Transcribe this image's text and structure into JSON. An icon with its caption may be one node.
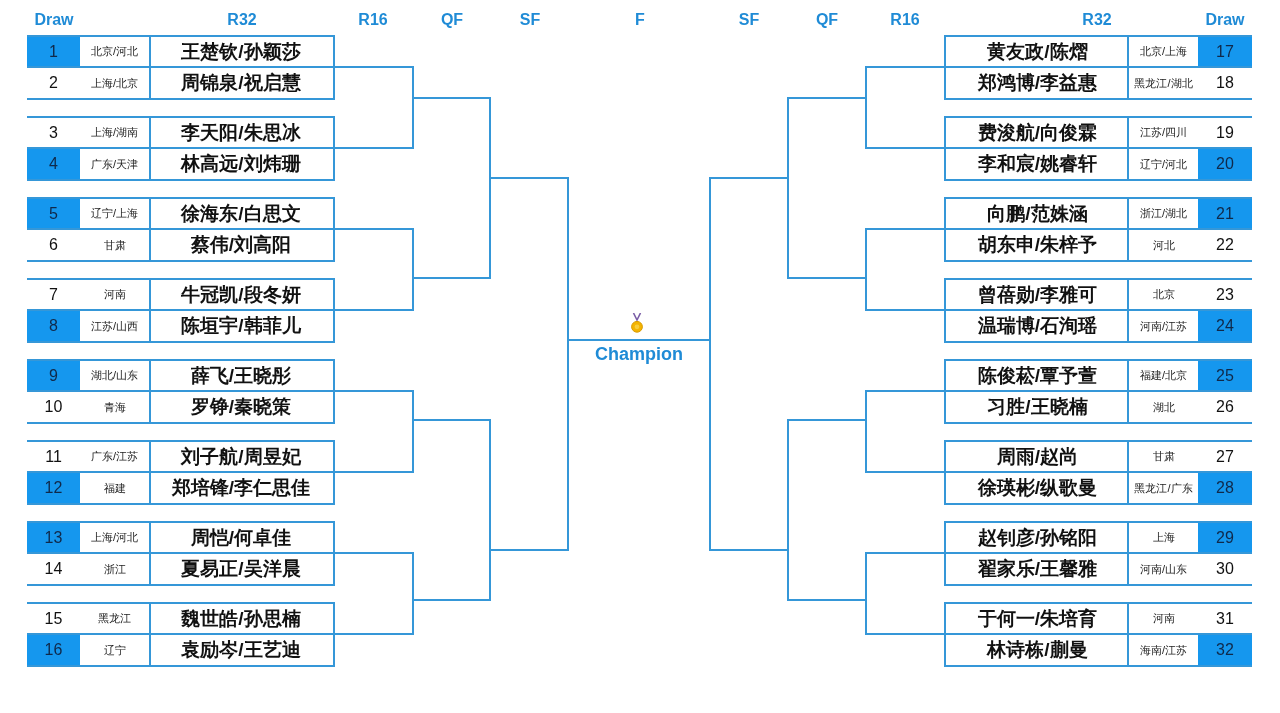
{
  "diagram": {
    "nodes": [
      {
        "text": [],
        "shape": "box"
      },
      {
        "text": [
          "1",
          "北京/河北",
          "王楚钦/孙颖莎"
        ],
        "in": 0
      },
      {
        "text": [
          "2",
          "上海/北京",
          "周锦泉/祝启慧"
        ],
        "in": 0
      },
      {
        "text": [],
        "shape": "box"
      },
      {
        "text": [
          "3",
          "上海/湖南",
          "李天阳/朱思冰"
        ],
        "in": 3
      },
      {
        "text": [
          "4",
          "广东/天津",
          "林高远/刘炜珊"
        ],
        "in": 3
      },
      {
        "text": [],
        "shape": "box"
      },
      {
        "text": [
          "5",
          "辽宁/上海",
          "徐海东/白思文"
        ],
        "in": 6
      },
      {
        "text": [
          "6",
          "甘肃",
          "蔡伟/刘高阳"
        ],
        "in": 6
      },
      {
        "text": [],
        "shape": "box"
      },
      {
        "text": [
          "7",
          "河南",
          "牛冠凯/段冬妍"
        ],
        "in": 9
      },
      {
        "text": [
          "8",
          "江苏/山西",
          "陈垣宇/韩菲儿"
        ],
        "in": 9
      },
      {
        "text": [],
        "shape": "box"
      },
      {
        "text": [
          "9",
          "湖北/山东",
          "薛飞/王晓彤"
        ],
        "in": 12
      },
      {
        "text": [
          "10",
          "青海",
          "罗铮/秦晓策"
        ],
        "in": 12
      },
      {
        "text": [],
        "shape": "box"
      },
      {
        "text": [
          "11",
          "广东/江苏",
          "刘子航/周昱妃"
        ],
        "in": 15
      },
      {
        "text": [
          "12",
          "福建",
          "郑培锋/李仁思佳"
        ],
        "in": 15
      },
      {
        "text": [],
        "shape": "box"
      },
      {
        "text": [
          "13",
          "上海/河北",
          "周恺/何卓佳"
        ],
        "in": 18
      },
      {
        "text": [
          "14",
          "浙江",
          "夏易正/吴洋晨"
        ],
        "in": 18
      },
      {
        "text": [],
        "shape": "box"
      },
      {
        "text": [
          "15",
          "黑龙江",
          "魏世皓/孙思楠"
        ],
        "in": 21
      },
      {
        "text": [
          "16",
          "辽宁",
          "袁励岑/王艺迪"
        ],
        "in": 21
      },
      {
        "text": [
          "Champion"
        ]
      },
      {
        "text": [],
        "shape": "box"
      },
      {
        "text": [
          "黄友政/陈熠",
          "北京/上海",
          "17"
        ],
        "in": 25
      },
      {
        "text": [
          "郑鸿博/李益惠",
          "黑龙江/湖北",
          "18"
        ],
        "in": 25
      },
      {
        "text": [],
        "shape": "box"
      },
      {
        "text": [
          "费浚航/向俊霖",
          "江苏/四川",
          "19"
        ],
        "in": 28
      },
      {
        "text": [
          "李和宸/姚睿轩",
          "辽宁/河北",
          "20"
        ],
        "in": 28
      },
      {
        "text": [],
        "shape": "box"
      },
      {
        "text": [
          "向鹏/范姝涵",
          "浙江/湖北",
          "21"
        ],
        "in": 31
      },
      {
        "text": [
          "胡东申/朱梓予",
          "河北",
          "22"
        ],
        "in": 31
      },
      {
        "text": [],
        "shape": "box"
      },
      {
        "text": [
          "曾蓓勋/李雅可",
          "北京",
          "23"
        ],
        "in": 34
      },
      {
        "text": [
          "温瑞博/石洵瑶",
          "河南/江苏",
          "24"
        ],
        "in": 34
      },
      {
        "text": [],
        "shape": "box"
      },
      {
        "text": [
          "陈俊菘/覃予萱",
          "福建/北京",
          "25"
        ],
        "in": 37
      },
      {
        "text": [
          "习胜/王晓楠",
          "湖北",
          "26"
        ],
        "in": 37
      },
      {
        "text": [],
        "shape": "box"
      },
      {
        "text": [
          "周雨/赵尚",
          "甘肃",
          "27"
        ],
        "in": 40
      },
      {
        "text": [
          "徐瑛彬/纵歌曼",
          "黑龙江/广东",
          "28"
        ],
        "in": 40
      },
      {
        "text": [],
        "shape": "box"
      },
      {
        "text": [
          "赵钊彦/孙铭阳",
          "上海",
          "29"
        ],
        "in": 43
      },
      {
        "text": [
          "翟家乐/王馨雅",
          "河南/山东",
          "30"
        ],
        "in": 43
      },
      {
        "text": [],
        "shape": "box"
      },
      {
        "text": [
          "于何一/朱培育",
          "河南",
          "31"
        ],
        "in": 46
      },
      {
        "text": [
          "林诗栋/蒯曼",
          "海南/江苏",
          "32"
        ],
        "in": 46
      }
    ],
    "edges": [
      {
        "from": 0,
        "to": 24,
        "arrow": "none"
      },
      {
        "from": 3,
        "to": 24,
        "arrow": "none"
      },
      {
        "from": 6,
        "to": 24,
        "arrow": "none"
      },
      {
        "from": 9,
        "to": 24,
        "arrow": "none"
      },
      {
        "from": 12,
        "to": 24,
        "arrow": "none"
      },
      {
        "from": 15,
        "to": 24,
        "arrow": "none"
      },
      {
        "from": 18,
        "to": 24,
        "arrow": "none"
      },
      {
        "from": 21,
        "to": 24,
        "arrow": "none"
      },
      {
        "from": 25,
        "to": 24,
        "arrow": "none"
      },
      {
        "from": 28,
        "to": 24,
        "arrow": "none"
      },
      {
        "from": 31,
        "to": 24,
        "arrow": "none"
      },
      {
        "from": 34,
        "to": 24,
        "arrow": "none"
      },
      {
        "from": 37,
        "to": 24,
        "arrow": "none"
      },
      {
        "from": 40,
        "to": 24,
        "arrow": "none"
      },
      {
        "from": 43,
        "to": 24,
        "arrow": "none"
      },
      {
        "from": 46,
        "to": 24,
        "arrow": "none"
      }
    ],
    "labels": [
      "Draw",
      "R32",
      "R16",
      "QF",
      "SF",
      "F",
      "SF",
      "QF",
      "R16",
      "R32",
      "Draw"
    ]
  }
}
